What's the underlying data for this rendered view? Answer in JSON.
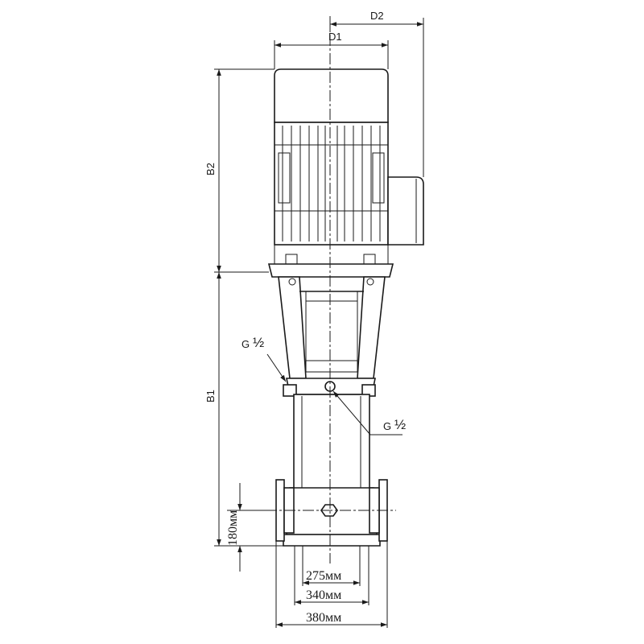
{
  "dimensions": {
    "d1": "D1",
    "d2": "D2",
    "b1": "B1",
    "b2": "B2",
    "height_inlet": "180мм",
    "width_inner": "275мм",
    "width_mid": "340мм",
    "width_outer": "380мм"
  },
  "ports": {
    "port_upper": {
      "label": "G",
      "fraction": "½"
    },
    "port_lower": {
      "label": "G",
      "fraction": "½"
    }
  }
}
